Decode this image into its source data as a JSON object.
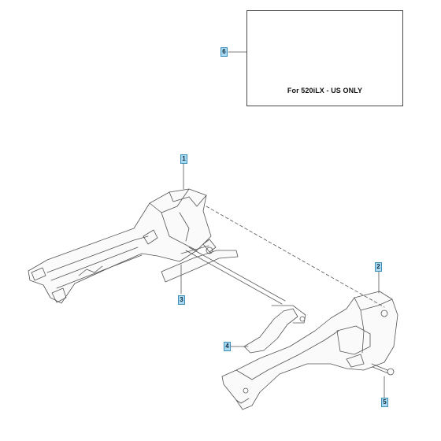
{
  "inset": {
    "caption": "For 520iLX - US ONLY"
  },
  "callouts": [
    {
      "id": "callout-1",
      "label": "1"
    },
    {
      "id": "callout-2",
      "label": "2"
    },
    {
      "id": "callout-3",
      "label": "3"
    },
    {
      "id": "callout-4",
      "label": "4"
    },
    {
      "id": "callout-5",
      "label": "5"
    },
    {
      "id": "callout-6",
      "label": "6"
    }
  ],
  "colors": {
    "callout_fill": "#a8d9f0",
    "callout_border": "#3d8fb8",
    "line": "#555555"
  }
}
